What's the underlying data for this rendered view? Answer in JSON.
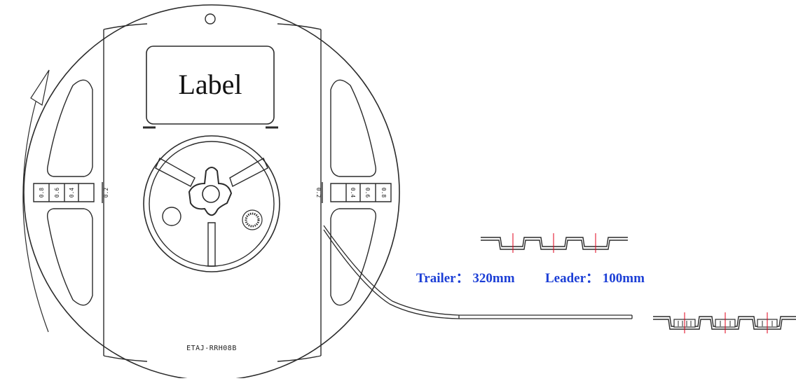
{
  "reel": {
    "label_text": "Label",
    "model_code": "ETAJ-RRH08B",
    "left_marks": [
      "0.8",
      "0.6",
      "0.4",
      "0.2"
    ],
    "right_marks": [
      "0.2",
      "0.4",
      "0.6",
      "0.8"
    ]
  },
  "tape": {
    "trailer_text": "Trailer： 320mm",
    "leader_text": "Leader： 100mm"
  },
  "colors": {
    "line": "#2b2b2b",
    "spec_text": "#1c3fd6",
    "center_mark": "#e0001b"
  }
}
